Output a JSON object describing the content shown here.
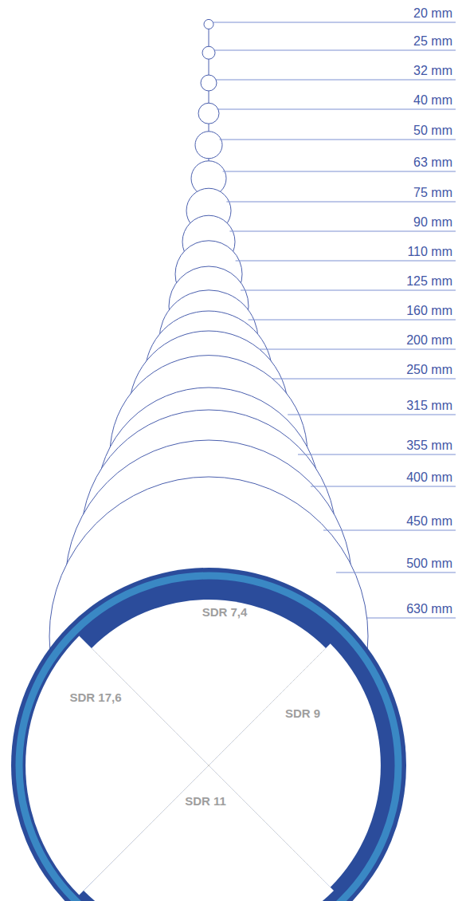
{
  "diagram": {
    "labels": [
      "20 mm",
      "25 mm",
      "32 mm",
      "40 mm",
      "50 mm",
      "63 mm",
      "75 mm",
      "90 mm",
      "110 mm",
      "125 mm",
      "160 mm",
      "200 mm",
      "250 mm",
      "315 mm",
      "355 mm",
      "400 mm",
      "450 mm",
      "500 mm",
      "630 mm",
      "SDR 7,4",
      "SDR 17,6",
      "SDR 9",
      "SDR 11"
    ]
  }
}
